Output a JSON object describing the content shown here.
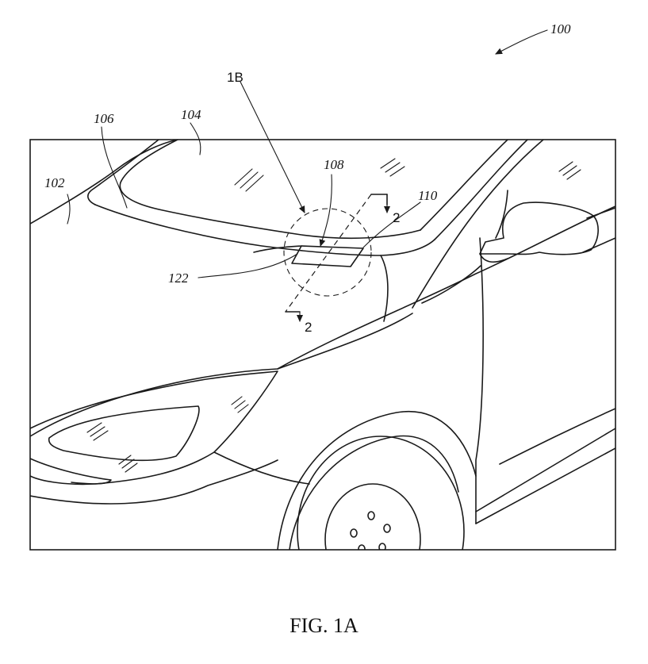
{
  "figure": {
    "caption": "FIG. 1A",
    "labels": {
      "ref_100": "100",
      "ref_102": "102",
      "ref_104": "104",
      "ref_106": "106",
      "ref_108": "108",
      "ref_110": "110",
      "ref_122": "122",
      "detail_1b": "1B",
      "section_top": "2",
      "section_bottom": "2"
    }
  }
}
